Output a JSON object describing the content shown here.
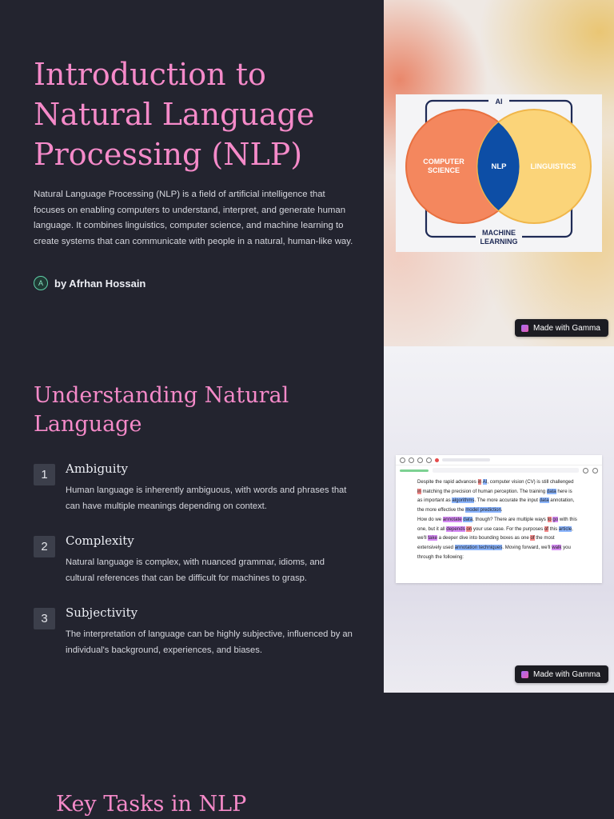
{
  "slide1": {
    "title": "Introduction to Natural Language Processing (NLP)",
    "description": " Natural Language Processing (NLP) is a field of artificial intelligence that focuses on enabling computers to understand, interpret, and generate human language. It combines linguistics, computer science, and machine learning to create systems that can communicate with people in a natural, human-like way.",
    "author": {
      "initial": "A",
      "name": "by Afrhan Hossain"
    },
    "venn": {
      "top_label": "AI",
      "left_label_line1": "COMPUTER",
      "left_label_line2": "SCIENCE",
      "center_label": "NLP",
      "right_label": "LINGUISTICS",
      "bottom_label_line1": "MACHINE",
      "bottom_label_line2": "LEARNING",
      "colors": {
        "left": "#f4875e",
        "right": "#fbd479",
        "center": "#0d4ea6",
        "frame": "#1e2a55"
      }
    },
    "badge": "Made with Gamma"
  },
  "slide2": {
    "title": "Understanding Natural Language",
    "items": [
      {
        "number": "1",
        "title": "Ambiguity",
        "text": "Human language is inherently ambiguous, with words and phrases that can have multiple meanings depending on context."
      },
      {
        "number": "2",
        "title": "Complexity",
        "text": "Natural language is complex, with nuanced grammar, idioms, and cultural references that can be difficult for machines to grasp."
      },
      {
        "number": "3",
        "title": "Subjectivity",
        "text": "The interpretation of language can be highly subjective, influenced by an individual's background, experiences, and biases."
      }
    ],
    "screenshot": {
      "p1": [
        "Despite the rapid advances ",
        "in",
        " ",
        "AI",
        ", computer vision (CV) is still challenged ",
        "in",
        " matching the precision of human perception. The training ",
        "data",
        " here is as important as ",
        "algorithms",
        ". The more accurate the input ",
        "data",
        " annotation, the more effective the ",
        "model prediction",
        "."
      ],
      "p2": [
        "How do we ",
        "annotate",
        " ",
        "data",
        ", though? There are multiple ways ",
        "to",
        " ",
        "go",
        " with this one, but it all ",
        "depends",
        " ",
        "on",
        " your use case. For the purposes ",
        "of",
        " this ",
        "article",
        ", we'll ",
        "take",
        " a deeper dive into bounding boxes as one ",
        "of",
        " the most extensively used ",
        "annotation techniques",
        ". Moving forward, we'll ",
        "walk",
        " you through the following:"
      ]
    },
    "badge": "Made with Gamma",
    "highlight_colors": {
      "blue": "#8bb5ff",
      "red": "#f48a8a",
      "purple": "#d58af4"
    }
  },
  "slide3": {
    "title": "Key Tasks in NLP"
  },
  "theme": {
    "background": "#23242f",
    "title_color": "#f58ac9",
    "text_color": "#d6d7de"
  }
}
